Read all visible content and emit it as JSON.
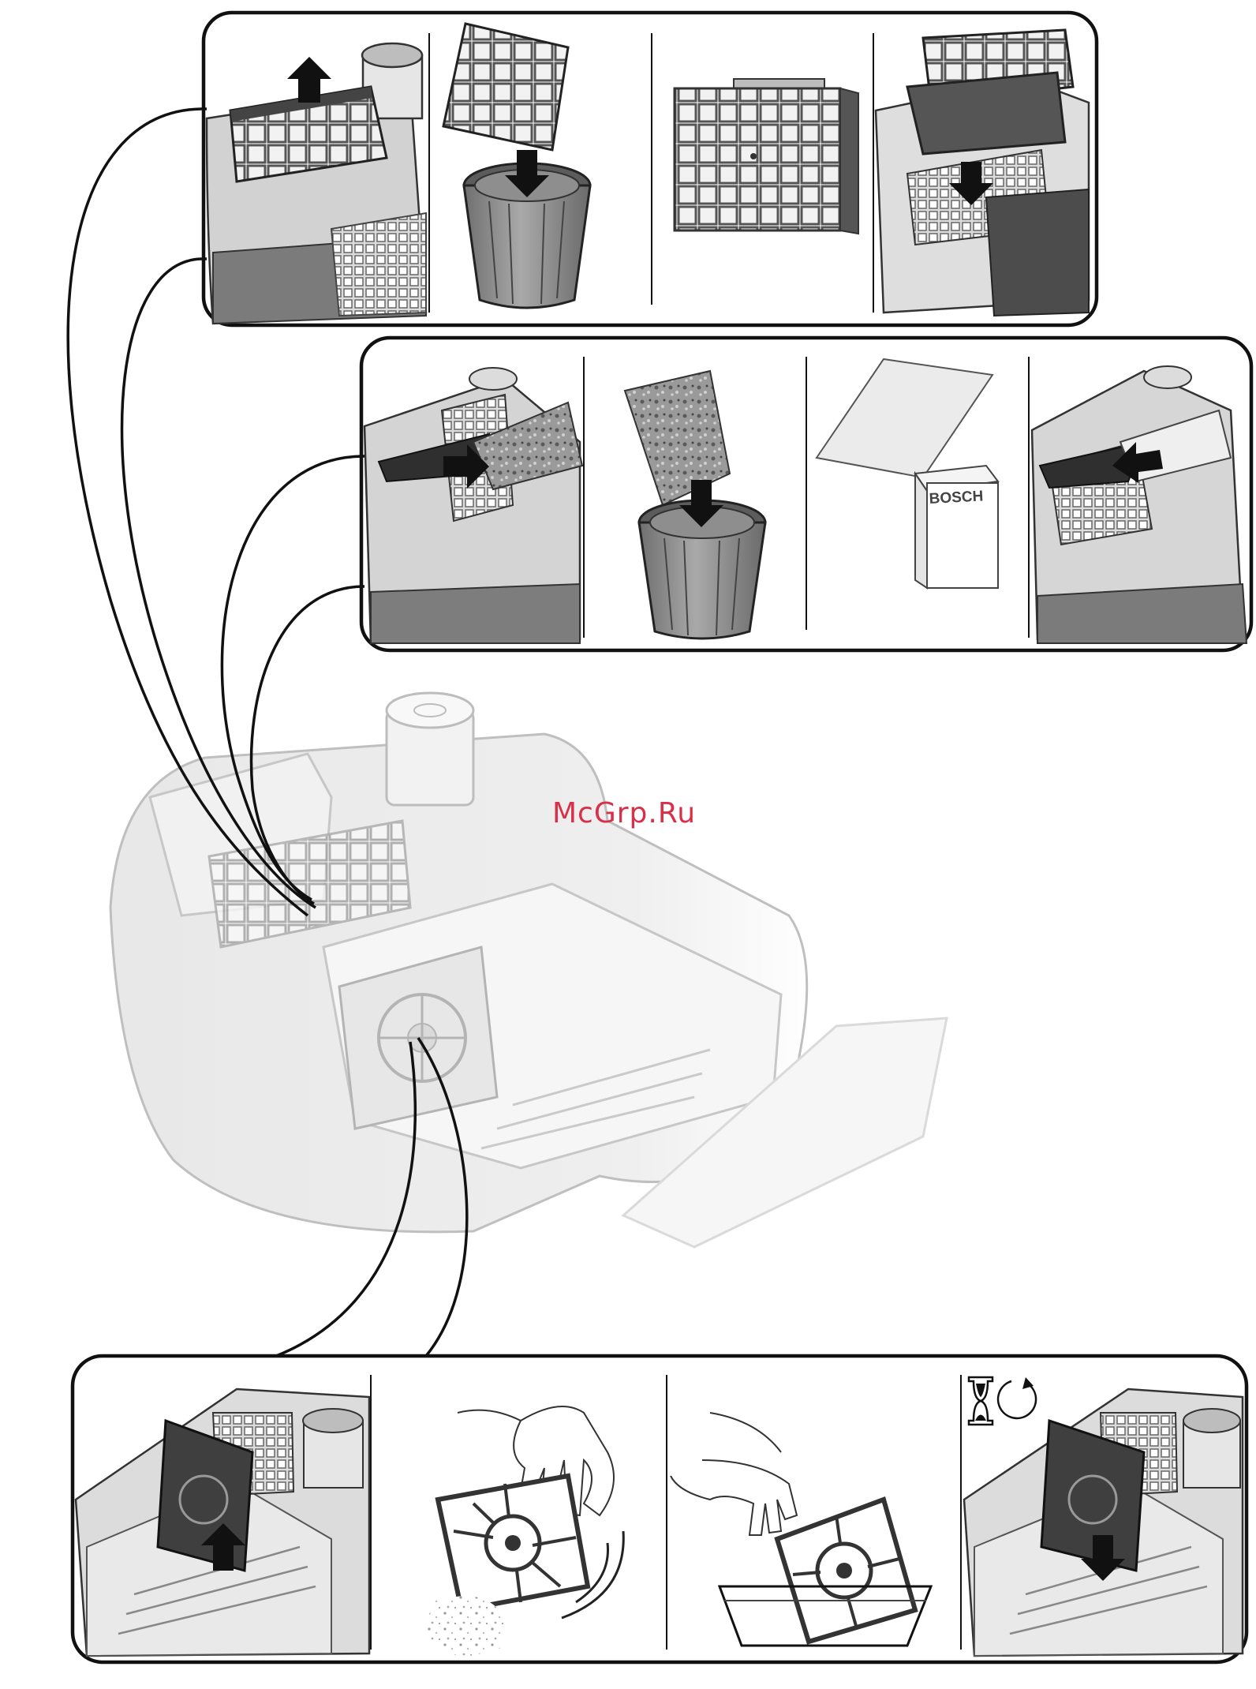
{
  "watermark": {
    "text": "McGrp.Ru",
    "color": "#d9304a"
  },
  "box_brand": {
    "text": "BOSCH"
  },
  "panels": [
    {
      "name": "exhaust-filter-steps",
      "steps": 4,
      "icons": [
        "exhaust-filter-lift",
        "filter-into-bin",
        "new-exhaust-filter",
        "insert-exhaust-filter"
      ]
    },
    {
      "name": "micro-filter-steps",
      "steps": 4,
      "icons": [
        "micro-filter-remove",
        "micro-filter-into-bin",
        "new-micro-filter-box",
        "insert-micro-filter"
      ]
    },
    {
      "name": "motor-filter-steps",
      "steps": 4,
      "icons": [
        "motor-filter-lift",
        "shake-filter",
        "wash-filter",
        "reinsert-motor-filter"
      ]
    }
  ],
  "symbols": [
    "hourglass-icon",
    "rotate-icon",
    "arrow-up-icon",
    "arrow-down-icon",
    "arrow-right-icon",
    "arrow-left-icon"
  ],
  "colors": {
    "outline": "#111111",
    "line_grey": "#555555",
    "body_grey": "#cfcfcf",
    "filter_dark": "#3a3a3a",
    "bin_grey": "#8a8a8a",
    "pale": "#ececec"
  }
}
